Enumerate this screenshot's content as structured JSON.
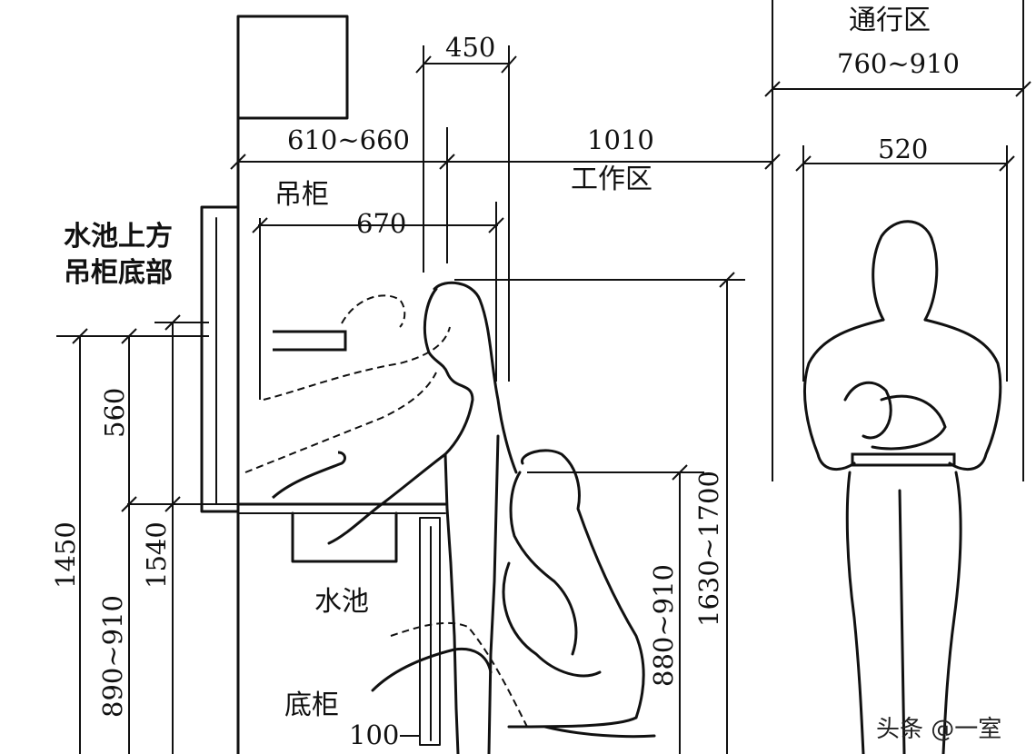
{
  "labels": {
    "passage_zone": "通行区",
    "passage_width": "760~910",
    "dim_450": "450",
    "dim_610_660": "610~660",
    "dim_1010": "1010",
    "work_zone": "工作区",
    "dim_520": "520",
    "wall_cabinet": "吊柜",
    "dim_670": "670",
    "sink_upper_cab_bottom_line1": "水池上方",
    "sink_upper_cab_bottom_line2": "吊柜底部",
    "dim_560": "560",
    "dim_1450": "1450",
    "dim_890_910": "890~910",
    "dim_1540": "1540",
    "sink": "水池",
    "base_cabinet": "底柜",
    "dim_100": "100",
    "dim_880_910": "880~910",
    "dim_1630_1700": "1630~1700"
  },
  "watermark": "头条 @一室"
}
